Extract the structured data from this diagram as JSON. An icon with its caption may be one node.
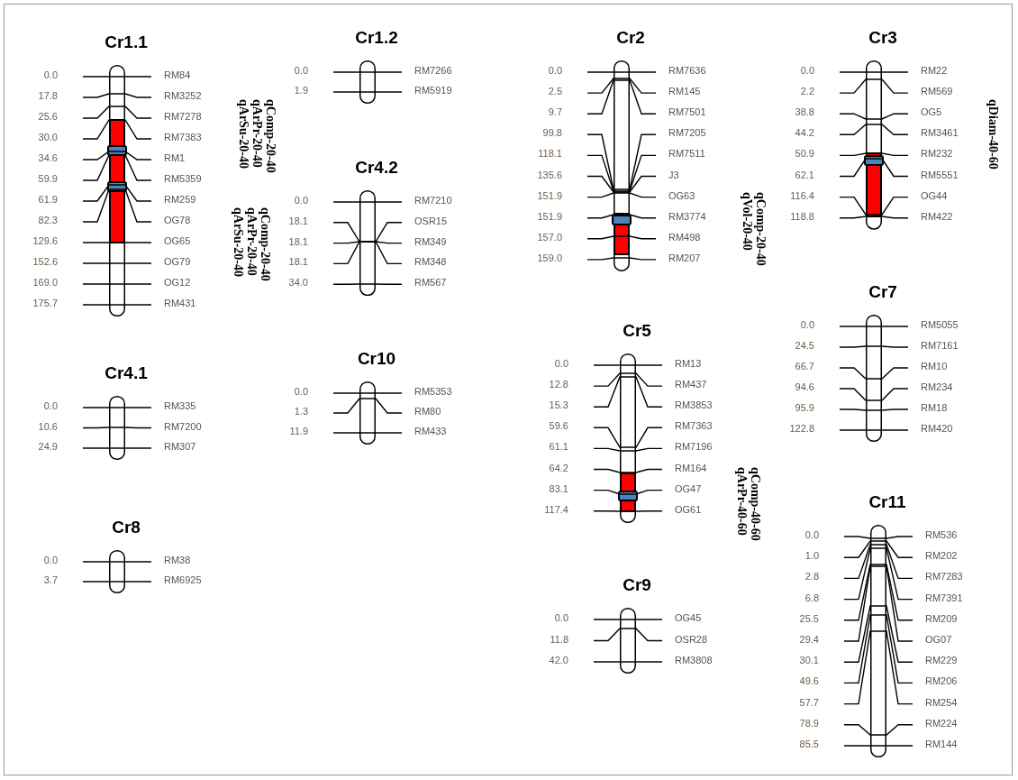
{
  "diagram": {
    "nodes": [
      {
        "text": [
          "Cr1.1"
        ],
        "beside": [
          "0.0",
          "RM84",
          "17.8",
          "RM3252",
          "25.6",
          "RM7278",
          "30.0",
          "RM7383",
          "34.6",
          "RM1",
          "59.9",
          "RM5359",
          "61.9",
          "RM259",
          "82.3",
          "OG78",
          "129.6",
          "OG65",
          "152.6",
          "OG79",
          "169.0",
          "OG12",
          "175.7",
          "RM431"
        ]
      },
      {
        "text": [
          "Cr1.2"
        ],
        "beside": [
          "0.0",
          "RM7266",
          "1.9",
          "RM5919"
        ]
      },
      {
        "text": [
          "Cr2"
        ],
        "beside": [
          "0.0",
          "RM7636",
          "2.5",
          "RM145",
          "9.7",
          "RM7501",
          "99.8",
          "RM7205",
          "118.1",
          "RM7511",
          "135.6",
          "J3",
          "151.9",
          "OG63",
          "151.9",
          "RM3774",
          "157.0",
          "RM498",
          "159.0",
          "RM207"
        ]
      },
      {
        "text": [
          "Cr3"
        ],
        "beside": [
          "0.0",
          "RM22",
          "2.2",
          "RM569",
          "38.8",
          "OG5",
          "44.2",
          "RM3461",
          "50.9",
          "RM232",
          "62.1",
          "RM5551",
          "116.4",
          "OG44",
          "118.8",
          "RM422"
        ]
      },
      {
        "text": [
          "Cr4.2"
        ],
        "beside": [
          "0.0",
          "RM7210",
          "18.1",
          "OSR15",
          "18.1",
          "RM349",
          "18.1",
          "RM348",
          "34.0",
          "RM567"
        ]
      },
      {
        "text": [
          "Cr7"
        ],
        "beside": [
          "0.0",
          "RM5055",
          "24.5",
          "RM7161",
          "66.7",
          "RM10",
          "94.6",
          "RM234",
          "95.9",
          "RM18",
          "122.8",
          "RM420"
        ]
      },
      {
        "text": [
          "Cr5"
        ],
        "beside": [
          "0.0",
          "RM13",
          "12.8",
          "RM437",
          "15.3",
          "RM3853",
          "59.6",
          "RM7363",
          "61.1",
          "RM7196",
          "64.2",
          "RM164",
          "83.1",
          "OG47",
          "117.4",
          "OG61"
        ]
      },
      {
        "text": [
          "Cr10"
        ],
        "beside": [
          "0.0",
          "RM5353",
          "1.3",
          "RM80",
          "11.9",
          "RM433"
        ]
      },
      {
        "text": [
          "Cr4.1"
        ],
        "beside": [
          "0.0",
          "RM335",
          "10.6",
          "RM7200",
          "24.9",
          "RM307"
        ]
      },
      {
        "text": [
          "Cr11"
        ],
        "beside": [
          "0.0",
          "RM536",
          "1.0",
          "RM202",
          "2.8",
          "RM7283",
          "6.8",
          "RM7391",
          "25.5",
          "RM209",
          "29.4",
          "OG07",
          "30.1",
          "RM229",
          "49.6",
          "RM206",
          "57.7",
          "RM254",
          "78.9",
          "RM224",
          "85.5",
          "RM144"
        ]
      },
      {
        "text": [
          "Cr8"
        ],
        "beside": [
          "0.0",
          "RM38",
          "3.7",
          "RM6925"
        ]
      },
      {
        "text": [
          "Cr9"
        ],
        "beside": [
          "0.0",
          "OG45",
          "11.8",
          "OSR28",
          "42.0",
          "RM3808"
        ]
      }
    ],
    "labels": [
      "qComp-20-40",
      "qArPr-20-40",
      "qArSu-20-40",
      "qComp-20-40",
      "qArPr-20-40",
      "qArSu-20-40",
      "qComp-20-40",
      "qVol-20-40",
      "qDiam-40-60",
      "qComp-40-60",
      "qArPr-40-60"
    ]
  }
}
